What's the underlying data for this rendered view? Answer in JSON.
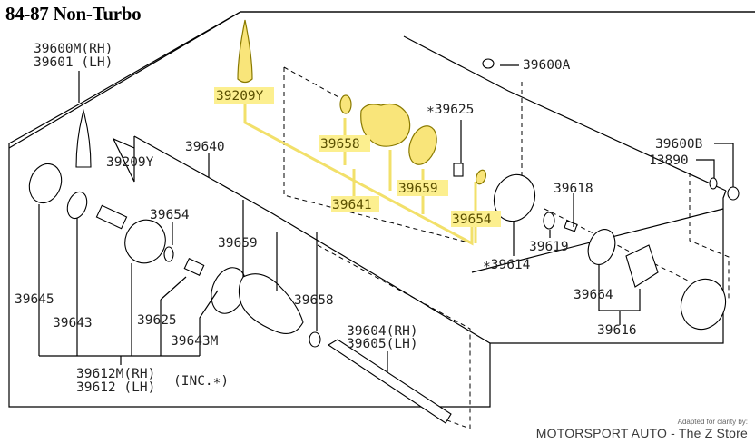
{
  "title": "84-87 Non-Turbo",
  "highlight_color": "#fcef8f",
  "labels": {
    "p39600M": "39600M(RH)",
    "p39601": "39601  (LH)",
    "p39209Y_hl": "39209Y",
    "p39209Y": "39209Y",
    "p39640": "39640",
    "p39654_left": "39654",
    "p39659_left": "39659",
    "p39645": "39645",
    "p39643": "39643",
    "p39625_left": "39625",
    "p39643M": "39643M",
    "p39658_left": "39658",
    "p39612M": "39612M(RH)",
    "p39612": "39612  (LH)",
    "inc": "(INC.∗)",
    "p39604": "39604(RH)",
    "p39605": "39605(LH)",
    "p39658_hl": "39658",
    "p39641_hl": "39641",
    "p39659_hl": "39659",
    "p39654_hl": "39654",
    "p39625_star": "∗39625",
    "p39600A": "39600A",
    "p39600B": "39600B",
    "p13890": "13890",
    "p39618": "39618",
    "p39619": "39619",
    "p39614": "∗39614",
    "p39664": "39664",
    "p39616": "39616"
  },
  "credit": {
    "line1": "Adapted for clarity by:",
    "line2": "MOTORSPORT AUTO - The Z Store"
  }
}
